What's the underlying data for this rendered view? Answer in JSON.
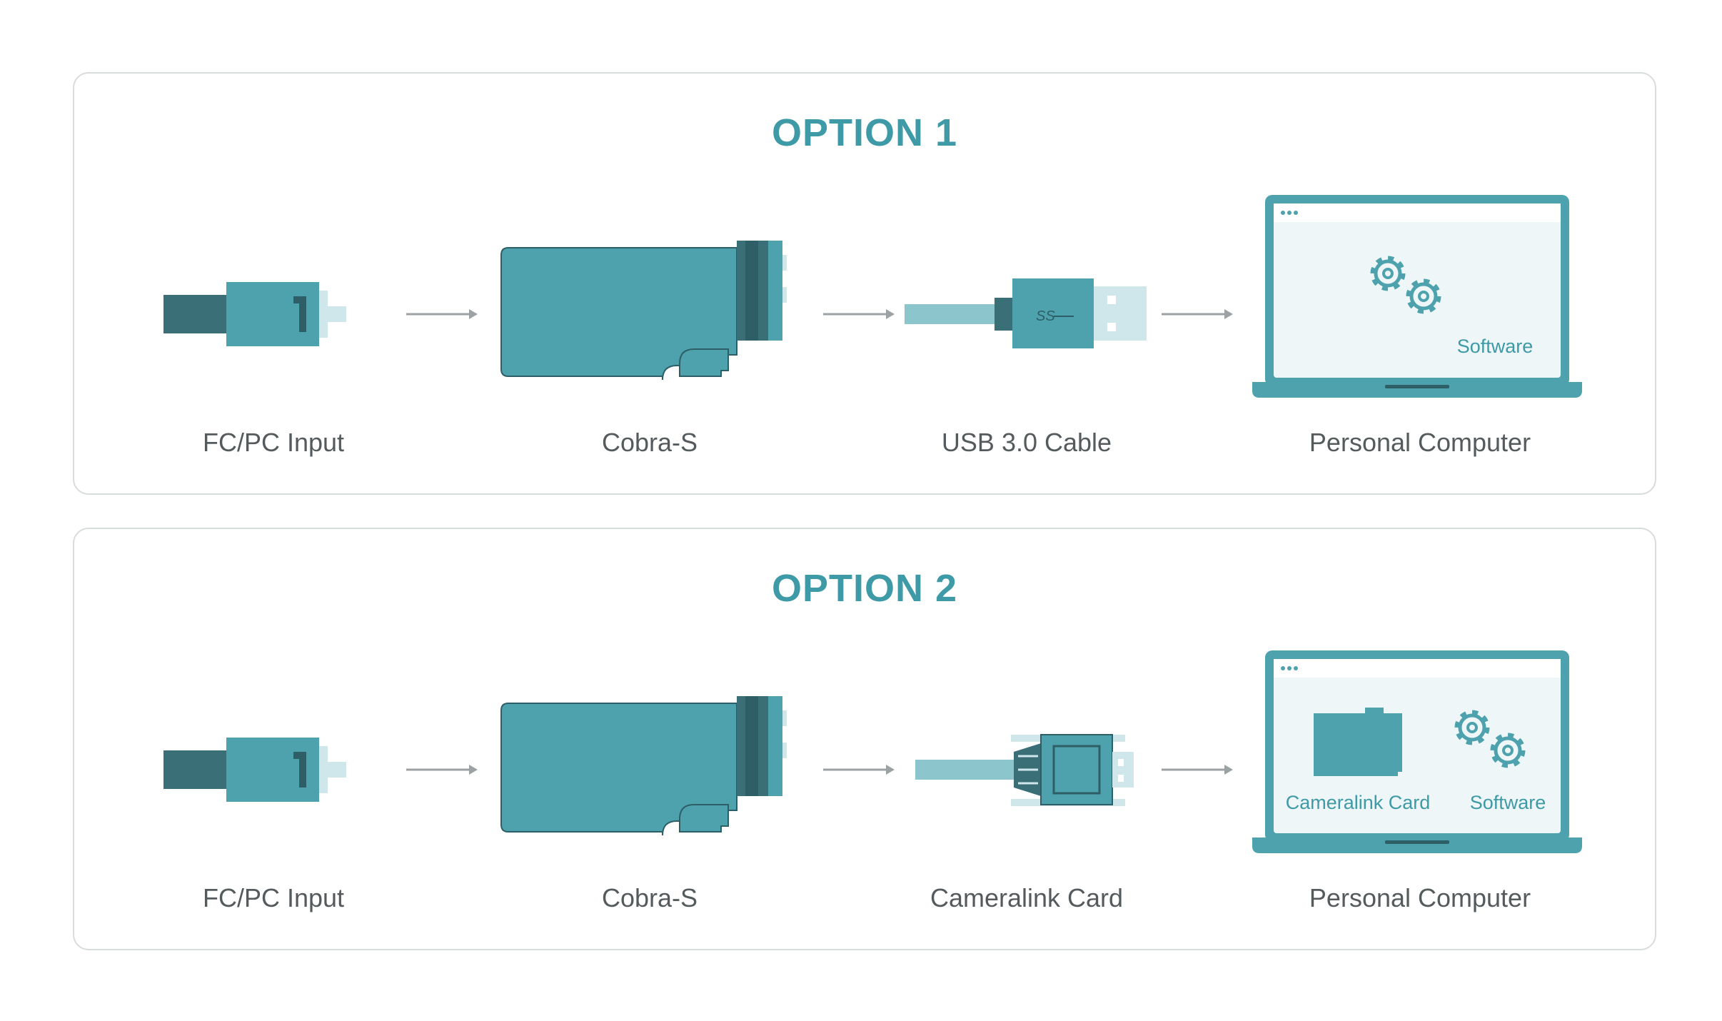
{
  "colors": {
    "teal": "#4da2ad",
    "teal_dark": "#3a6f78",
    "teal_darker": "#2e5f66",
    "teal_light": "#8cc5cb",
    "teal_pale": "#cfe7ea",
    "title": "#3d9aa6",
    "label": "#555b5d",
    "arrow": "#9ca2a3",
    "screen": "#eef6f7"
  },
  "options": [
    {
      "title": "OPTION 1",
      "labels": [
        "FC/PC Input",
        "Cobra-S",
        "USB 3.0 Cable",
        "Personal Computer"
      ],
      "usb_logo": "SS",
      "screen": {
        "software_label": "Software"
      }
    },
    {
      "title": "OPTION 2",
      "labels": [
        "FC/PC Input",
        "Cobra-S",
        "Cameralink Card",
        "Personal Computer"
      ],
      "screen": {
        "card_label": "Cameralink Card",
        "software_label": "Software"
      }
    }
  ]
}
